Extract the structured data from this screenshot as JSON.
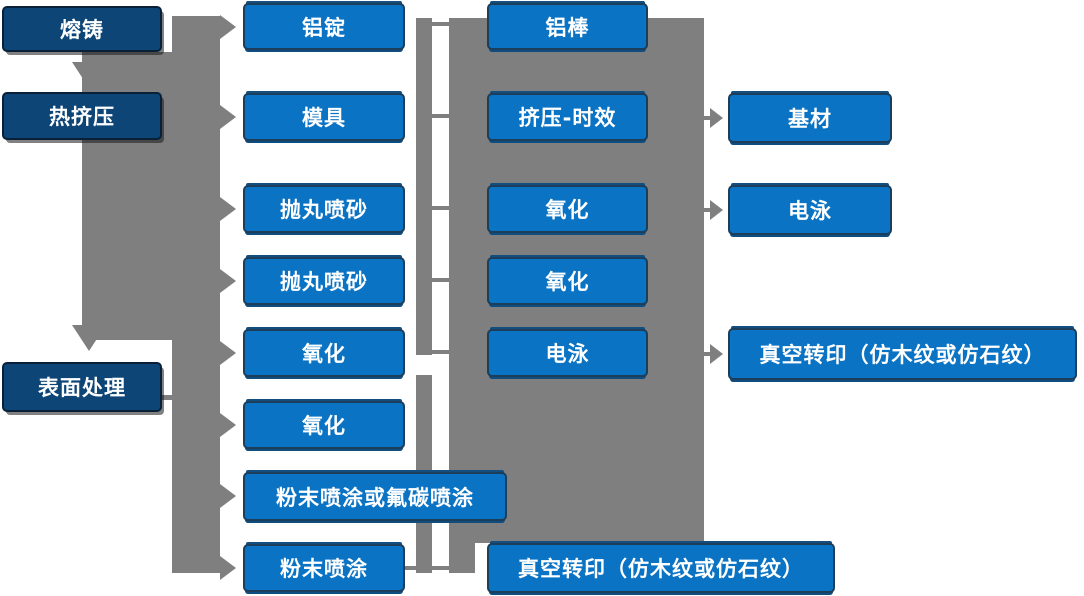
{
  "diagram": {
    "type": "flowchart",
    "language": "zh-CN",
    "colors": {
      "process_box": "#0b73c4",
      "stage_box": "#0d4577",
      "connector": "#7f7f7f",
      "text": "#ffffff",
      "box_border": "#1d3e5a",
      "accent_line": "#134e7e"
    },
    "nodes": [
      {
        "id": "c1",
        "label": "熔铸",
        "column": 1,
        "style": "stage"
      },
      {
        "id": "c2",
        "label": "热挤压",
        "column": 1,
        "style": "stage"
      },
      {
        "id": "c3",
        "label": "表面处理",
        "column": 1,
        "style": "stage"
      },
      {
        "id": "b1",
        "label": "铝锭",
        "column": 2,
        "style": "process"
      },
      {
        "id": "b2",
        "label": "模具",
        "column": 2,
        "style": "process"
      },
      {
        "id": "b3",
        "label": "抛丸喷砂",
        "column": 2,
        "style": "process"
      },
      {
        "id": "b4",
        "label": "抛丸喷砂",
        "column": 2,
        "style": "process"
      },
      {
        "id": "b5",
        "label": "氧化",
        "column": 2,
        "style": "process"
      },
      {
        "id": "b6",
        "label": "氧化",
        "column": 2,
        "style": "process"
      },
      {
        "id": "b7",
        "label": "粉末喷涂或氟碳喷涂",
        "column": 2,
        "style": "process"
      },
      {
        "id": "b8",
        "label": "粉末喷涂",
        "column": 2,
        "style": "process"
      },
      {
        "id": "m1",
        "label": "铝棒",
        "column": 3,
        "style": "process"
      },
      {
        "id": "m2",
        "label": "挤压-时效",
        "column": 3,
        "style": "process"
      },
      {
        "id": "m3",
        "label": "氧化",
        "column": 3,
        "style": "process"
      },
      {
        "id": "m4",
        "label": "氧化",
        "column": 3,
        "style": "process"
      },
      {
        "id": "m5",
        "label": "电泳",
        "column": 3,
        "style": "process"
      },
      {
        "id": "m6",
        "label": "真空转印（仿木纹或仿石纹）",
        "column": 3,
        "style": "process"
      },
      {
        "id": "r1",
        "label": "基材",
        "column": 4,
        "style": "process"
      },
      {
        "id": "r2",
        "label": "电泳",
        "column": 4,
        "style": "process"
      },
      {
        "id": "r3",
        "label": "真空转印（仿木纹或仿石纹）",
        "column": 4,
        "style": "process"
      }
    ],
    "edges": [
      {
        "from": "c1",
        "to": "c2",
        "style": "thick-down-arrow"
      },
      {
        "from": "c2",
        "to": "c3",
        "style": "thick-down-arrow"
      },
      {
        "from": "c3",
        "to": "left-bus",
        "style": "line"
      },
      {
        "from": "left-bus",
        "to": "b1",
        "style": "arrow"
      },
      {
        "from": "left-bus",
        "to": "b2",
        "style": "arrow"
      },
      {
        "from": "left-bus",
        "to": "b3",
        "style": "arrow"
      },
      {
        "from": "left-bus",
        "to": "b4",
        "style": "arrow"
      },
      {
        "from": "left-bus",
        "to": "b5",
        "style": "arrow"
      },
      {
        "from": "left-bus",
        "to": "b6",
        "style": "arrow"
      },
      {
        "from": "left-bus",
        "to": "b7",
        "style": "arrow"
      },
      {
        "from": "left-bus",
        "to": "b8",
        "style": "arrow"
      },
      {
        "from": "mid-bus-upper",
        "to": "m1",
        "style": "line"
      },
      {
        "from": "mid-bus-upper",
        "to": "m2",
        "style": "line"
      },
      {
        "from": "mid-bus-upper",
        "to": "m3",
        "style": "line"
      },
      {
        "from": "mid-bus-upper",
        "to": "m4",
        "style": "line"
      },
      {
        "from": "mid-bus-upper",
        "to": "m5",
        "style": "line"
      },
      {
        "from": "b8",
        "to": "mid-bus-lower",
        "style": "line"
      },
      {
        "from": "mid-bus-lower",
        "to": "m6",
        "style": "line"
      },
      {
        "from": "m2",
        "to": "r1",
        "style": "arrow"
      },
      {
        "from": "m3",
        "to": "r2",
        "style": "arrow"
      },
      {
        "from": "m5",
        "to": "r3",
        "style": "arrow"
      }
    ]
  }
}
